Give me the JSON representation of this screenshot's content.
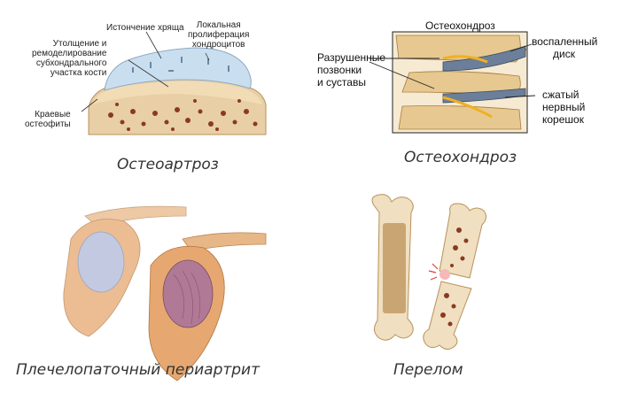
{
  "panels": {
    "osteoarthrosis": {
      "caption": "Остеоартроз",
      "labels": {
        "cartilage_thinning": "Истончение хряща",
        "proliferation_l1": "Локальная",
        "proliferation_l2": "пролиферация",
        "proliferation_l3": "хондроцитов",
        "thickening_l1": "Утолщение и",
        "thickening_l2": "ремоделирование",
        "thickening_l3": "субхондрального",
        "thickening_l4": "участка кости",
        "osteophytes_l1": "Краевые",
        "osteophytes_l2": "остеофиты"
      }
    },
    "osteochondrosis": {
      "caption": "Остеохондроз",
      "title": "Остеохондроз",
      "labels": {
        "destroyed_l1": "Разрушенные",
        "destroyed_l2": "позвонки",
        "destroyed_l3": "и суставы",
        "inflamed_l1": "воспаленный",
        "inflamed_l2": "диск",
        "nerve_l1": "сжатый",
        "nerve_l2": "нервный",
        "nerve_l3": "корешок"
      }
    },
    "periarthritis": {
      "caption": "Плечелопаточный периартрит"
    },
    "fracture": {
      "caption": "Перелом"
    }
  },
  "colors": {
    "bone": "#e8cfa5",
    "bone_dark": "#c9a26e",
    "marrow": "#8a3a22",
    "cartilage": "#c9dff0",
    "vertebra": "#e6c890",
    "nerve": "#f0b020",
    "joint_purple": "#b07a96",
    "joint_blue": "#aeb8d6"
  }
}
